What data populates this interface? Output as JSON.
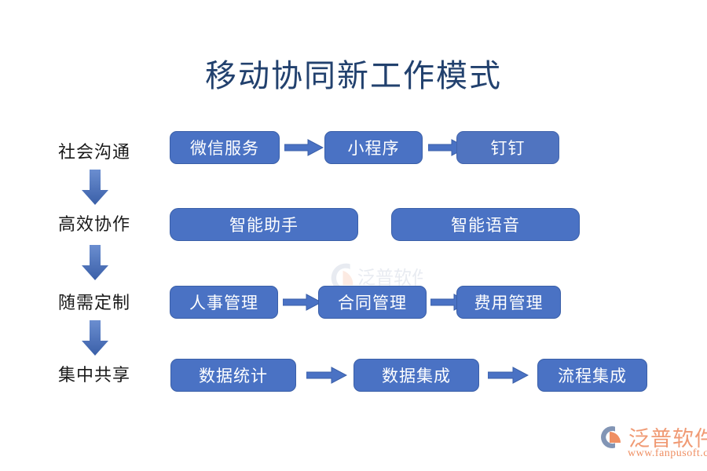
{
  "diagram": {
    "title": "移动协同新工作模式",
    "title_color": "#22416e",
    "background_color": "#ffffff",
    "node_fill_color": "#4a72c4",
    "node_border_color": "#3a5fa8",
    "node_text_color": "#ffffff",
    "arrow_color": "#4a72c4",
    "rows": [
      {
        "label": "社会沟通",
        "nodes": [
          {
            "label": "微信服务"
          },
          {
            "label": "小程序"
          },
          {
            "label": "钉钉"
          }
        ],
        "connectors": [
          "arrow-right",
          "arrow-right"
        ]
      },
      {
        "label": "高效协作",
        "nodes": [
          {
            "label": "智能助手"
          },
          {
            "label": "智能语音"
          }
        ],
        "connectors": []
      },
      {
        "label": "随需定制",
        "nodes": [
          {
            "label": "人事管理"
          },
          {
            "label": "合同管理"
          },
          {
            "label": "费用管理"
          }
        ],
        "connectors": [
          "arrow-right",
          "arrow-right"
        ]
      },
      {
        "label": "集中共享",
        "nodes": [
          {
            "label": "数据统计"
          },
          {
            "label": "数据集成"
          },
          {
            "label": "流程集成"
          }
        ],
        "connectors": [
          "arrow-right",
          "arrow-right"
        ]
      }
    ],
    "vertical_connectors": [
      "arrow-down",
      "arrow-down",
      "arrow-down"
    ]
  },
  "logo": {
    "name": "泛普软件",
    "url": "www.fanpusoft.com",
    "mark_color": "#8295b5",
    "accent_color": "#ef8f63",
    "text_color": "#f09a74"
  }
}
